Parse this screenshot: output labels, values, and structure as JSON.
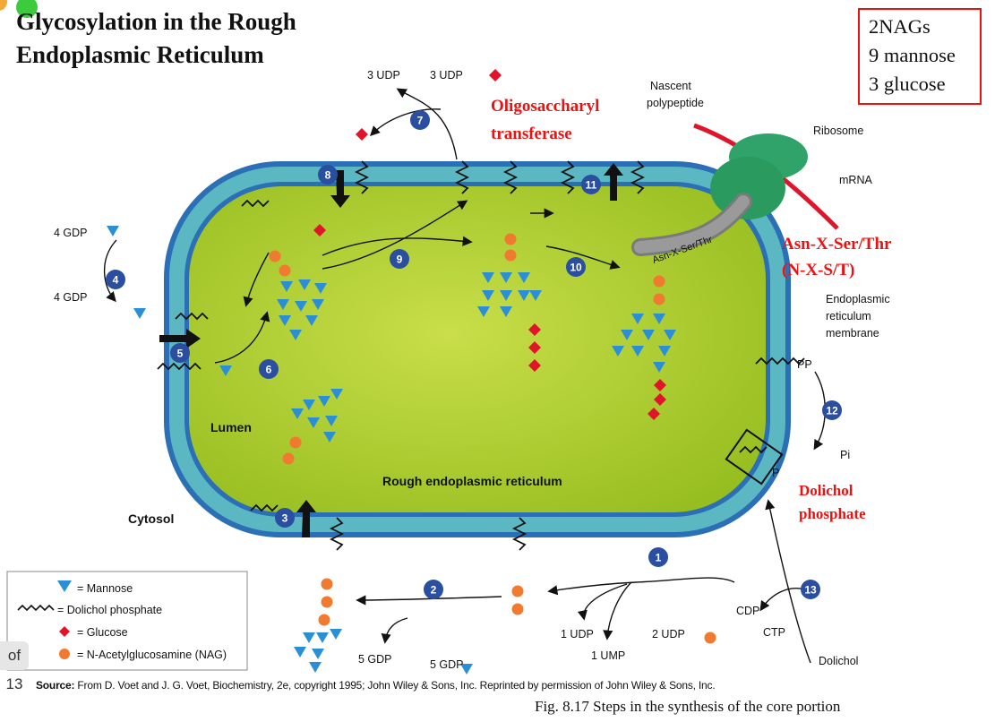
{
  "title": {
    "line1": "Glycosylation in the Rough",
    "line2": "Endoplasmic Reticulum"
  },
  "summary_box": {
    "line1": "2NAGs",
    "line2": "9 mannose",
    "line3": "3 glucose"
  },
  "page_indicator": "of 13",
  "labels": {
    "udp_out": "3 UDP",
    "udp_glc": "3 UDP",
    "gdp4_in": "4 GDP",
    "gdp4_out": "4 GDP",
    "nascent": "Nascent",
    "polypeptide": "polypeptide",
    "ribosome": "Ribosome",
    "mrna": "mRNA",
    "er_membrane_1": "Endoplasmic",
    "er_membrane_2": "reticulum",
    "er_membrane_3": "membrane",
    "lumen": "Lumen",
    "cytosol": "Cytosol",
    "rough_er": "Rough endoplasmic reticulum",
    "asn_tube": "Asn-X-Ser/Thr",
    "pi": "Pi",
    "udp1": "1 UDP",
    "ump1": "1 UMP",
    "udp2": "2 UDP",
    "gdp5": "5 GDP",
    "gdp5b": "5 GDP",
    "cdp": "CDP",
    "ctp": "CTP",
    "dolichol": "Dolichol",
    "pp": "PP",
    "p": "P"
  },
  "red_labels": {
    "ost_1": "Oligosaccharyl",
    "ost_2": "transferase",
    "asn_1": "Asn-X-Ser/Thr",
    "asn_2": "(N-X-S/T)",
    "dol_1": "Dolichol",
    "dol_2": "phosphate"
  },
  "steps": [
    "1",
    "2",
    "3",
    "4",
    "5",
    "6",
    "7",
    "8",
    "9",
    "10",
    "11",
    "12",
    "13"
  ],
  "legend": {
    "mannose": "= Mannose",
    "dolichol_phosphate": "= Dolichol phosphate",
    "glucose": "= Glucose",
    "nag": "= N-Acetylglucosamine (NAG)"
  },
  "source": {
    "label": "Source:",
    "text": "From D. Voet and J. G. Voet, Biochemistry, 2e, copyright 1995; John Wiley & Sons, Inc. Reprinted by permission of John Wiley & Sons, Inc."
  },
  "caption": "Fig. 8.17 Steps in the synthesis of the core portion",
  "colors": {
    "mannose": "#2b8fd6",
    "nag": "#f07a30",
    "glucose": "#e0142a",
    "er_lumen": "#a6cb2a",
    "er_membrane": "#5bb8c2",
    "step_circle": "#2a4ea0",
    "red_text": "#e11111"
  }
}
